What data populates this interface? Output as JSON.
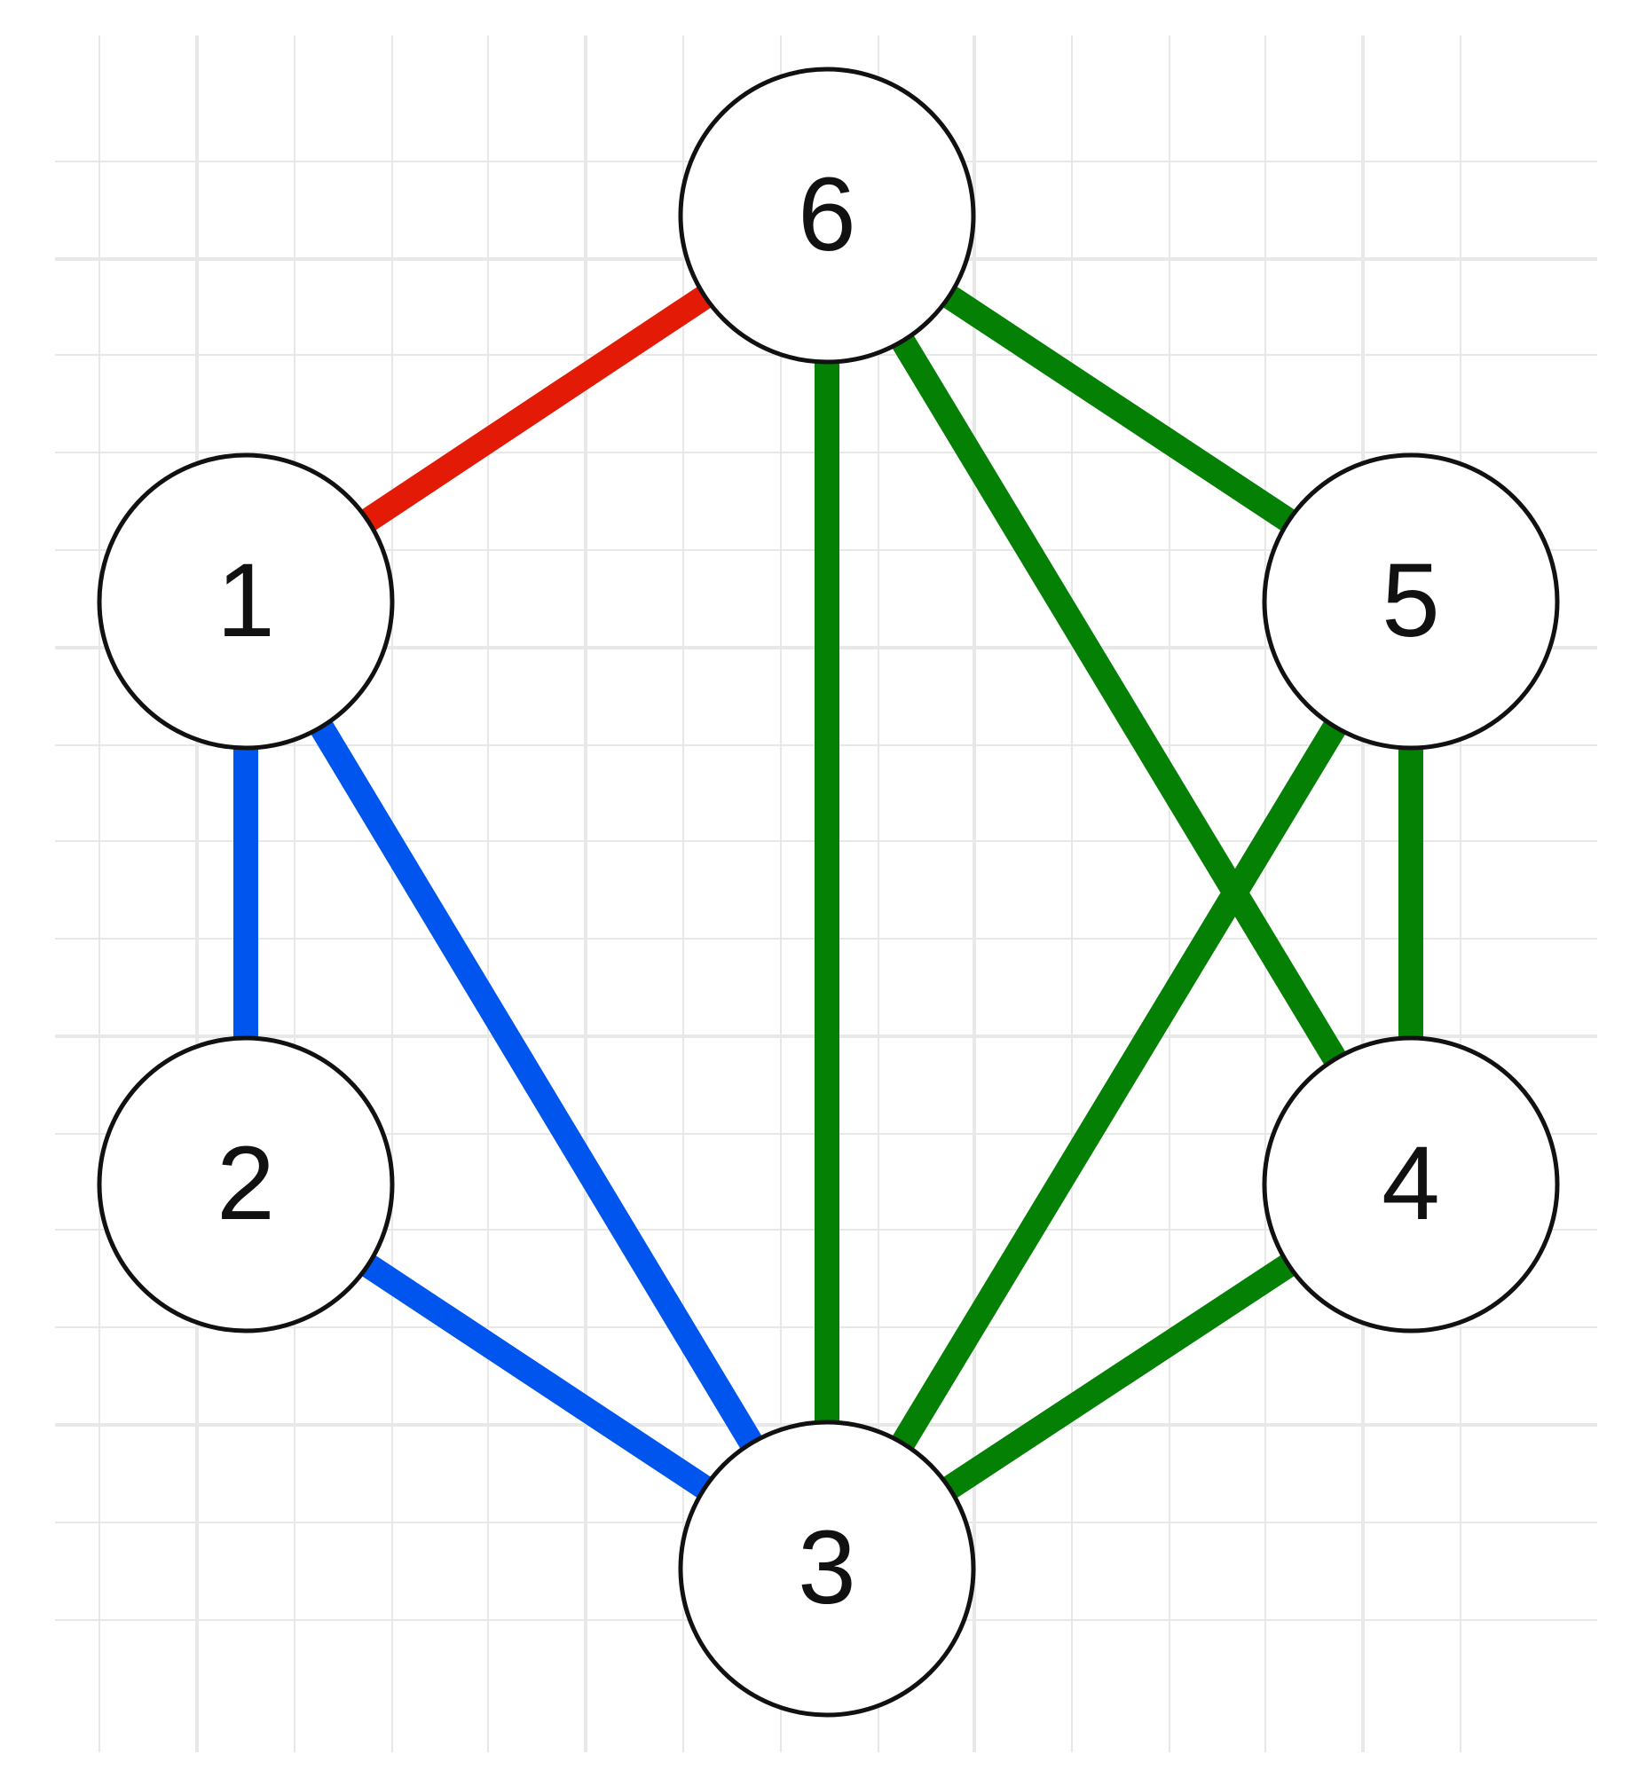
{
  "nodes": [
    {
      "id": "6",
      "label": "6"
    },
    {
      "id": "1",
      "label": "1"
    },
    {
      "id": "5",
      "label": "5"
    },
    {
      "id": "2",
      "label": "2"
    },
    {
      "id": "4",
      "label": "4"
    },
    {
      "id": "3",
      "label": "3"
    }
  ],
  "edges": [
    {
      "from": "1",
      "to": "6",
      "color": "#e31a06"
    },
    {
      "from": "1",
      "to": "2",
      "color": "#0055ee"
    },
    {
      "from": "1",
      "to": "3",
      "color": "#0055ee"
    },
    {
      "from": "2",
      "to": "3",
      "color": "#0055ee"
    },
    {
      "from": "6",
      "to": "3",
      "color": "#048004"
    },
    {
      "from": "6",
      "to": "5",
      "color": "#048004"
    },
    {
      "from": "6",
      "to": "4",
      "color": "#048004"
    },
    {
      "from": "5",
      "to": "3",
      "color": "#048004"
    },
    {
      "from": "5",
      "to": "4",
      "color": "#048004"
    },
    {
      "from": "4",
      "to": "3",
      "color": "#048004"
    }
  ],
  "colors": {
    "red": "#e31a06",
    "blue": "#0055ee",
    "green": "#048004",
    "grid": "#e8e8e8",
    "node_fill": "#ffffff",
    "node_stroke": "#111111"
  }
}
